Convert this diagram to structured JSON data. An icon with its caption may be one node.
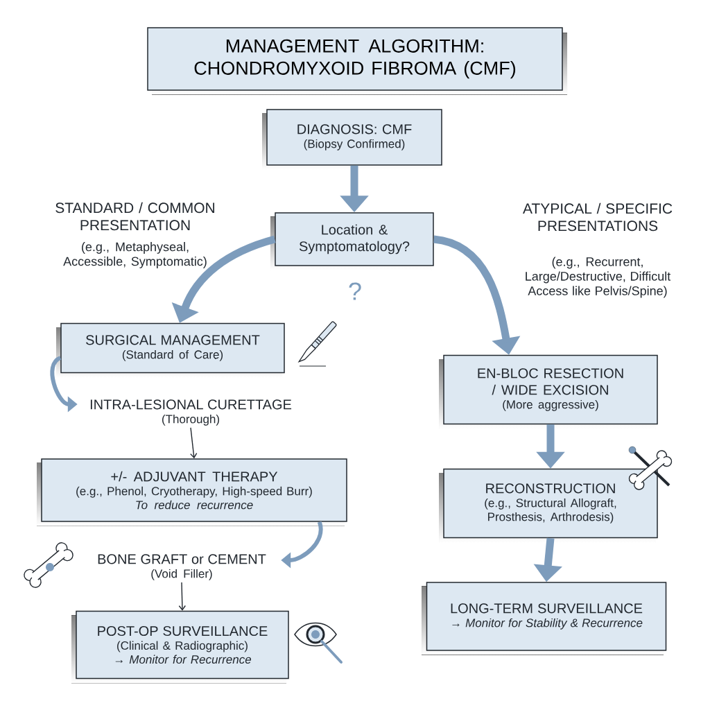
{
  "diagram": {
    "title": "MANAGEMENT ALGORITHM: CHONDROMYXOID FIBROMA (CMF)",
    "nodes": [
      {
        "text": [
          "DIAGNOSIS: CMF",
          "(Biopsy Confirmed)"
        ]
      },
      {
        "text": [
          "Location & Symptomatology?"
        ]
      },
      {
        "text": [
          "SURGICAL MANAGEMENT",
          "(Standard of Care)"
        ]
      },
      {
        "text": [
          "INTRA-LESIONAL CURETTAGE",
          "(Thorough)"
        ]
      },
      {
        "text": [
          "+/- ADJUVANT THERAPY",
          "(e.g., Phenol, Cryotherapy, High-speed Burr)",
          "*To reduce recurrence*"
        ]
      },
      {
        "text": [
          "BONE GRAFT or CEMENT",
          "(Void Filler)"
        ]
      },
      {
        "text": [
          "POST-OP SURVEILLANCE",
          "(Clinical & Radiographic)",
          "→ *Monitor for Recurrence*"
        ]
      },
      {
        "text": [
          "EN-BLOC RESECTION / WIDE EXCISION",
          "(More aggressive)"
        ]
      },
      {
        "text": [
          "RECONSTRUCTION",
          "(e.g., Structural Allograft, Prosthesis, Arthrodesis)"
        ]
      },
      {
        "text": [
          "LONG-TERM SURVEILLANCE",
          "→ *Monitor for Stability & Recurrence*"
        ]
      }
    ],
    "edges": [
      {
        "from": 0,
        "to": 1,
        "arrow": "to"
      },
      {
        "from": 1,
        "to": 2,
        "arrow": "to"
      },
      {
        "from": 1,
        "to": 7,
        "arrow": "to"
      },
      {
        "from": 2,
        "to": 3,
        "arrow": "to"
      },
      {
        "from": 3,
        "to": 4,
        "arrow": "to",
        "color": "#22282f"
      },
      {
        "from": 4,
        "to": 5,
        "arrow": "to"
      },
      {
        "from": 5,
        "to": 6,
        "arrow": "to",
        "color": "#22282f"
      },
      {
        "from": 7,
        "to": 8,
        "arrow": "to"
      },
      {
        "from": 8,
        "to": 9,
        "arrow": "to"
      }
    ],
    "labels": [
      "STANDARD / COMMON PRESENTATION",
      "(e.g., Metaphyseal, Accessible, Symptomatic)",
      "ATYPICAL / SPECIFIC PRESENTATIONS",
      "(e.g., Recurrent, Large/Destructive, Difficult Access like Pelvis/Spine)",
      "?"
    ]
  }
}
